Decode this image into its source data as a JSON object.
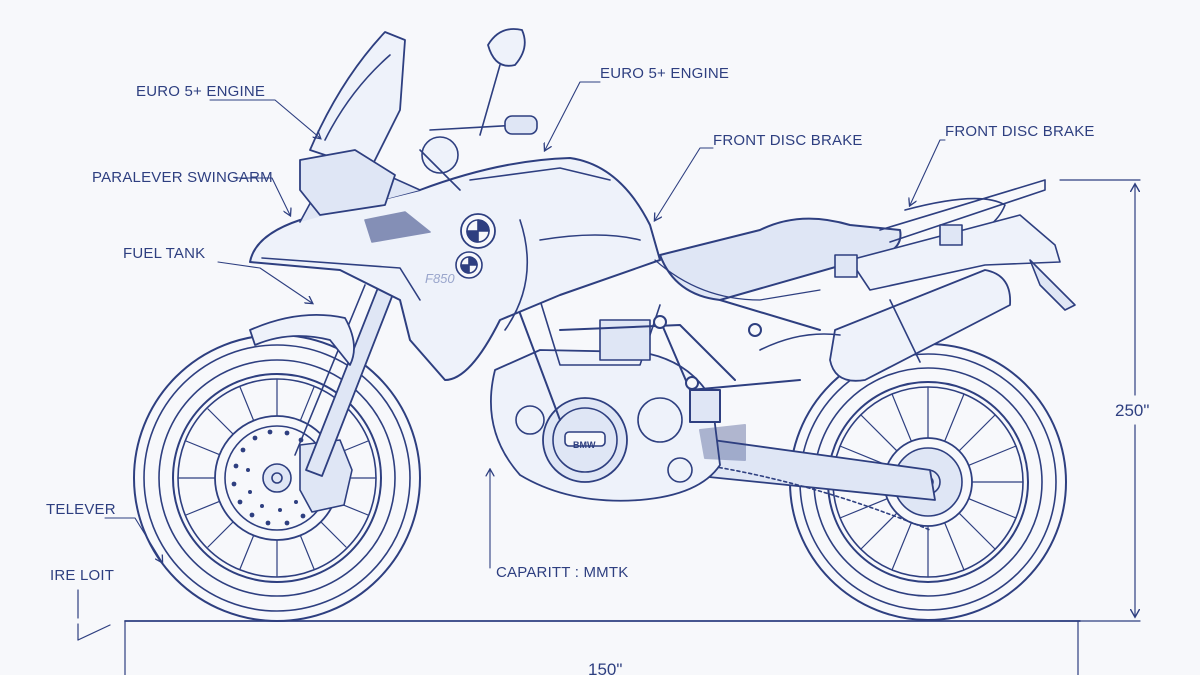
{
  "colors": {
    "ink": "#2e3f80",
    "paper": "#f7f8fb",
    "fill_light": "#dfe6f5"
  },
  "labels": {
    "euro_engine_left": "EURO 5+ ENGINE",
    "paralever": "PARALEVER SWINGARM",
    "fuel_tank": "FUEL TANK",
    "telever": "TELEVER",
    "ire_loit": "IRE LOIT",
    "euro_engine_top": "EURO 5+ ENGINE",
    "front_disc_brake_1": "FRONT DISC BRAKE",
    "front_disc_brake_2": "FRONT DISC BRAKE",
    "capacity": "CAPARITT : MMTK"
  },
  "dimensions": {
    "height": "250\"",
    "length": "150\""
  },
  "badges": {
    "emblem": "BMW",
    "side_text": "F850"
  }
}
